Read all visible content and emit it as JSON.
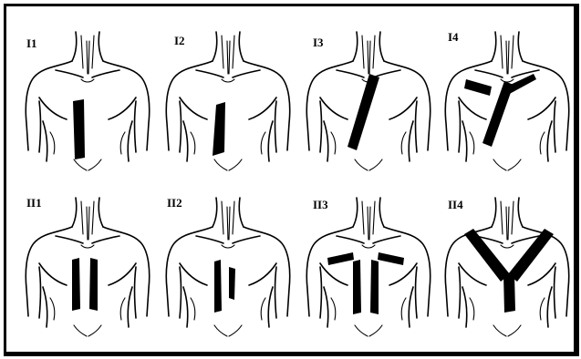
{
  "rows": [
    {
      "panels": [
        {
          "label": "I1",
          "pattern": "vertical-single"
        },
        {
          "label": "I2",
          "pattern": "vertical-single-lower"
        },
        {
          "label": "I3",
          "pattern": "oblique"
        },
        {
          "label": "I4",
          "pattern": "oblique-arm"
        }
      ]
    },
    {
      "panels": [
        {
          "label": "II1",
          "pattern": "vertical-double"
        },
        {
          "label": "II2",
          "pattern": "vertical-double-short"
        },
        {
          "label": "II3",
          "pattern": "double-cross"
        },
        {
          "label": "II4",
          "pattern": "y-shape"
        }
      ]
    }
  ]
}
